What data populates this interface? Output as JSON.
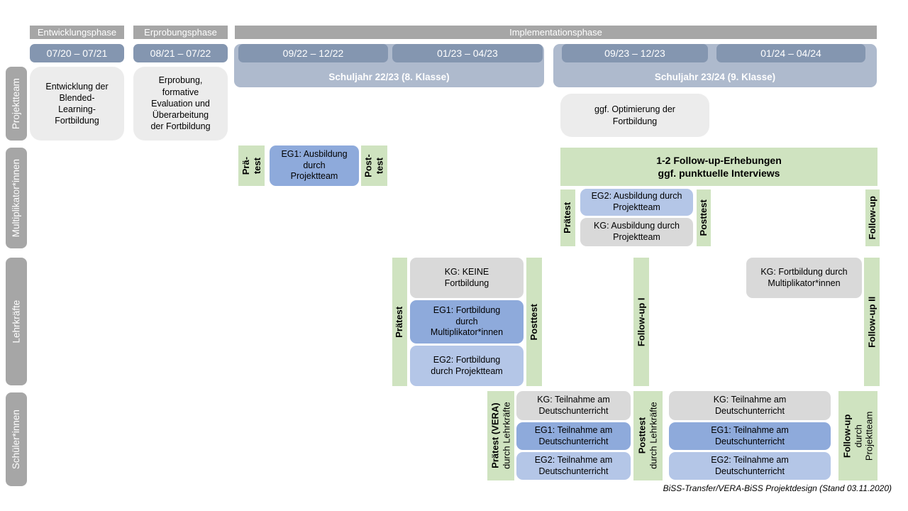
{
  "colors": {
    "phase_gray": "#a6a6a6",
    "period_blue": "#8496b0",
    "school_year_band": "#aebacd",
    "info_box_gray": "#ececec",
    "kg_gray": "#d9d9d9",
    "eg1_blue": "#8eaadb",
    "eg2_blue": "#b4c6e7",
    "test_green": "#cfe3c0"
  },
  "header": {
    "phases": [
      "Entwicklungsphase",
      "Erprobungsphase",
      "Implementationsphase"
    ],
    "periods": [
      "07/20 – 07/21",
      "08/21 – 07/22",
      "09/22 – 12/22",
      "01/23 – 04/23",
      "09/23 – 12/23",
      "01/24 – 04/24"
    ],
    "school_years": [
      "Schuljahr 22/23 (8. Klasse)",
      "Schuljahr 23/24 (9. Klasse)"
    ]
  },
  "sidebar": {
    "rows": [
      "Projektteam",
      "Multiplikator*innen",
      "Lehrkräfte",
      "Schüler*innen"
    ]
  },
  "projektteam": {
    "development": {
      "lines": [
        "Entwicklung der",
        "Blended-",
        "Learning-",
        "Fortbildung"
      ]
    },
    "testing": {
      "lines": [
        "Erprobung,",
        "formative",
        "Evaluation und",
        "Überarbeitung",
        "der Fortbildung"
      ]
    },
    "optimization": {
      "lines": [
        "ggf. Optimierung der",
        "Fortbildung"
      ]
    }
  },
  "multiplikatoren": {
    "praetest1": {
      "lines": [
        "Prä-",
        "test"
      ]
    },
    "eg1": {
      "lines": [
        "EG1: Ausbildung",
        "durch",
        "Projektteam"
      ]
    },
    "posttest1": {
      "lines": [
        "Post-",
        "test"
      ]
    },
    "followup_box": {
      "lines": [
        "1-2 Follow-up-Erhebungen",
        "ggf. punktuelle Interviews"
      ]
    },
    "praetest2": "Prätest",
    "eg2": {
      "lines": [
        "EG2: Ausbildung durch",
        "Projektteam"
      ]
    },
    "kg": {
      "lines": [
        "KG: Ausbildung durch",
        "Projektteam"
      ]
    },
    "posttest2": "Posttest",
    "followup": "Follow-up"
  },
  "lehrkraefte": {
    "praetest": "Prätest",
    "kg": {
      "lines": [
        "KG: KEINE",
        "Fortbildung"
      ]
    },
    "eg1": {
      "lines": [
        "EG1: Fortbildung",
        "durch",
        "Multiplikator*innen"
      ]
    },
    "eg2": {
      "lines": [
        "EG2: Fortbildung",
        "durch Projektteam"
      ]
    },
    "posttest": "Posttest",
    "followup1": "Follow-up I",
    "kg2": {
      "lines": [
        "KG: Fortbildung durch",
        "Multiplikator*innen"
      ]
    },
    "followup2": "Follow-up II"
  },
  "schueler": {
    "praetest": {
      "bold": "Prätest (VERA)",
      "normal": "durch Lehrkräfte"
    },
    "kg1": {
      "lines": [
        "KG: Teilnahme am",
        "Deutschunterricht"
      ]
    },
    "eg1a": {
      "lines": [
        "EG1: Teilnahme am",
        "Deutschunterricht"
      ]
    },
    "eg2a": {
      "lines": [
        "EG2: Teilnahme am",
        "Deutschunterricht"
      ]
    },
    "posttest": {
      "bold": "Posttest",
      "normal": "durch Lehrkräfte"
    },
    "kg2": {
      "lines": [
        "KG: Teilnahme am",
        "Deutschunterricht"
      ]
    },
    "eg1b": {
      "lines": [
        "EG1: Teilnahme am",
        "Deutschunterricht"
      ]
    },
    "eg2b": {
      "lines": [
        "EG2: Teilnahme am",
        "Deutschunterricht"
      ]
    },
    "followup": {
      "bold": "Follow-up",
      "line2": "durch",
      "line3": "Projektteam"
    }
  },
  "footer": {
    "caption": "BiSS-Transfer/VERA-BiSS Projektdesign (Stand 03.11.2020)"
  }
}
